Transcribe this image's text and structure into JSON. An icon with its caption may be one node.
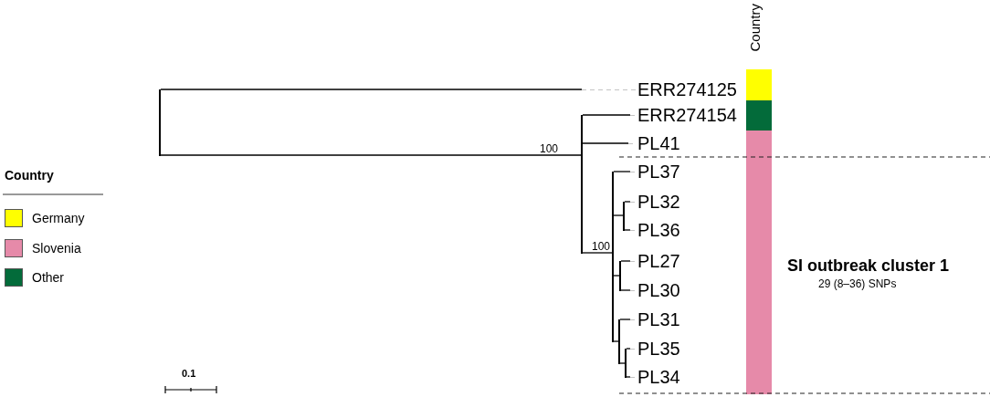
{
  "diagram": {
    "nodes": [
      {
        "text": [],
        "shape": "bar"
      },
      {
        "text": [
          "ERR274125"
        ]
      },
      {
        "text": [],
        "shape": "bar",
        "beside": [
          "100"
        ]
      },
      {
        "text": [
          "ERR274154"
        ]
      },
      {
        "text": [
          "PL41"
        ]
      },
      {
        "text": [],
        "shape": "bar",
        "beside": [
          "100"
        ]
      },
      {
        "text": [
          "PL37"
        ]
      },
      {
        "text": [],
        "shape": "bar"
      },
      {
        "text": [
          "PL32"
        ]
      },
      {
        "text": [
          "PL36"
        ]
      },
      {
        "text": [],
        "shape": "bar"
      },
      {
        "text": [
          "PL27"
        ]
      },
      {
        "text": [
          "PL30"
        ]
      },
      {
        "text": [],
        "shape": "bar"
      },
      {
        "text": [
          "PL31"
        ]
      },
      {
        "text": [],
        "shape": "bar"
      },
      {
        "text": [
          "PL35"
        ]
      },
      {
        "text": [
          "PL34"
        ]
      }
    ],
    "edges": [
      {
        "from": 0,
        "to": 1,
        "arrow": "none"
      },
      {
        "from": 0,
        "to": 2,
        "arrow": "none"
      },
      {
        "from": 2,
        "to": 3,
        "arrow": "none"
      },
      {
        "from": 2,
        "to": 4,
        "arrow": "none"
      },
      {
        "from": 2,
        "to": 5,
        "arrow": "none"
      },
      {
        "from": 5,
        "to": 6,
        "arrow": "none"
      },
      {
        "from": 5,
        "to": 7,
        "arrow": "none"
      },
      {
        "from": 7,
        "to": 8,
        "arrow": "none"
      },
      {
        "from": 7,
        "to": 9,
        "arrow": "none"
      },
      {
        "from": 5,
        "to": 10,
        "arrow": "none"
      },
      {
        "from": 10,
        "to": 11,
        "arrow": "none"
      },
      {
        "from": 10,
        "to": 12,
        "arrow": "none"
      },
      {
        "from": 5,
        "to": 13,
        "arrow": "none"
      },
      {
        "from": 13,
        "to": 14,
        "arrow": "none"
      },
      {
        "from": 13,
        "to": 15,
        "arrow": "none"
      },
      {
        "from": 15,
        "to": 16,
        "arrow": "none"
      },
      {
        "from": 15,
        "to": 17,
        "arrow": "none"
      }
    ],
    "labels": [
      "Country",
      "Country",
      "SI outbreak cluster 1",
      "29 (8–36) SNPs",
      "0.1"
    ],
    "legend": [
      {
        "text": "Germany",
        "color": "#ffff00"
      },
      {
        "text": "Slovenia",
        "color": "#e68aa9"
      },
      {
        "text": "Other",
        "color": "#036b3a"
      }
    ]
  }
}
